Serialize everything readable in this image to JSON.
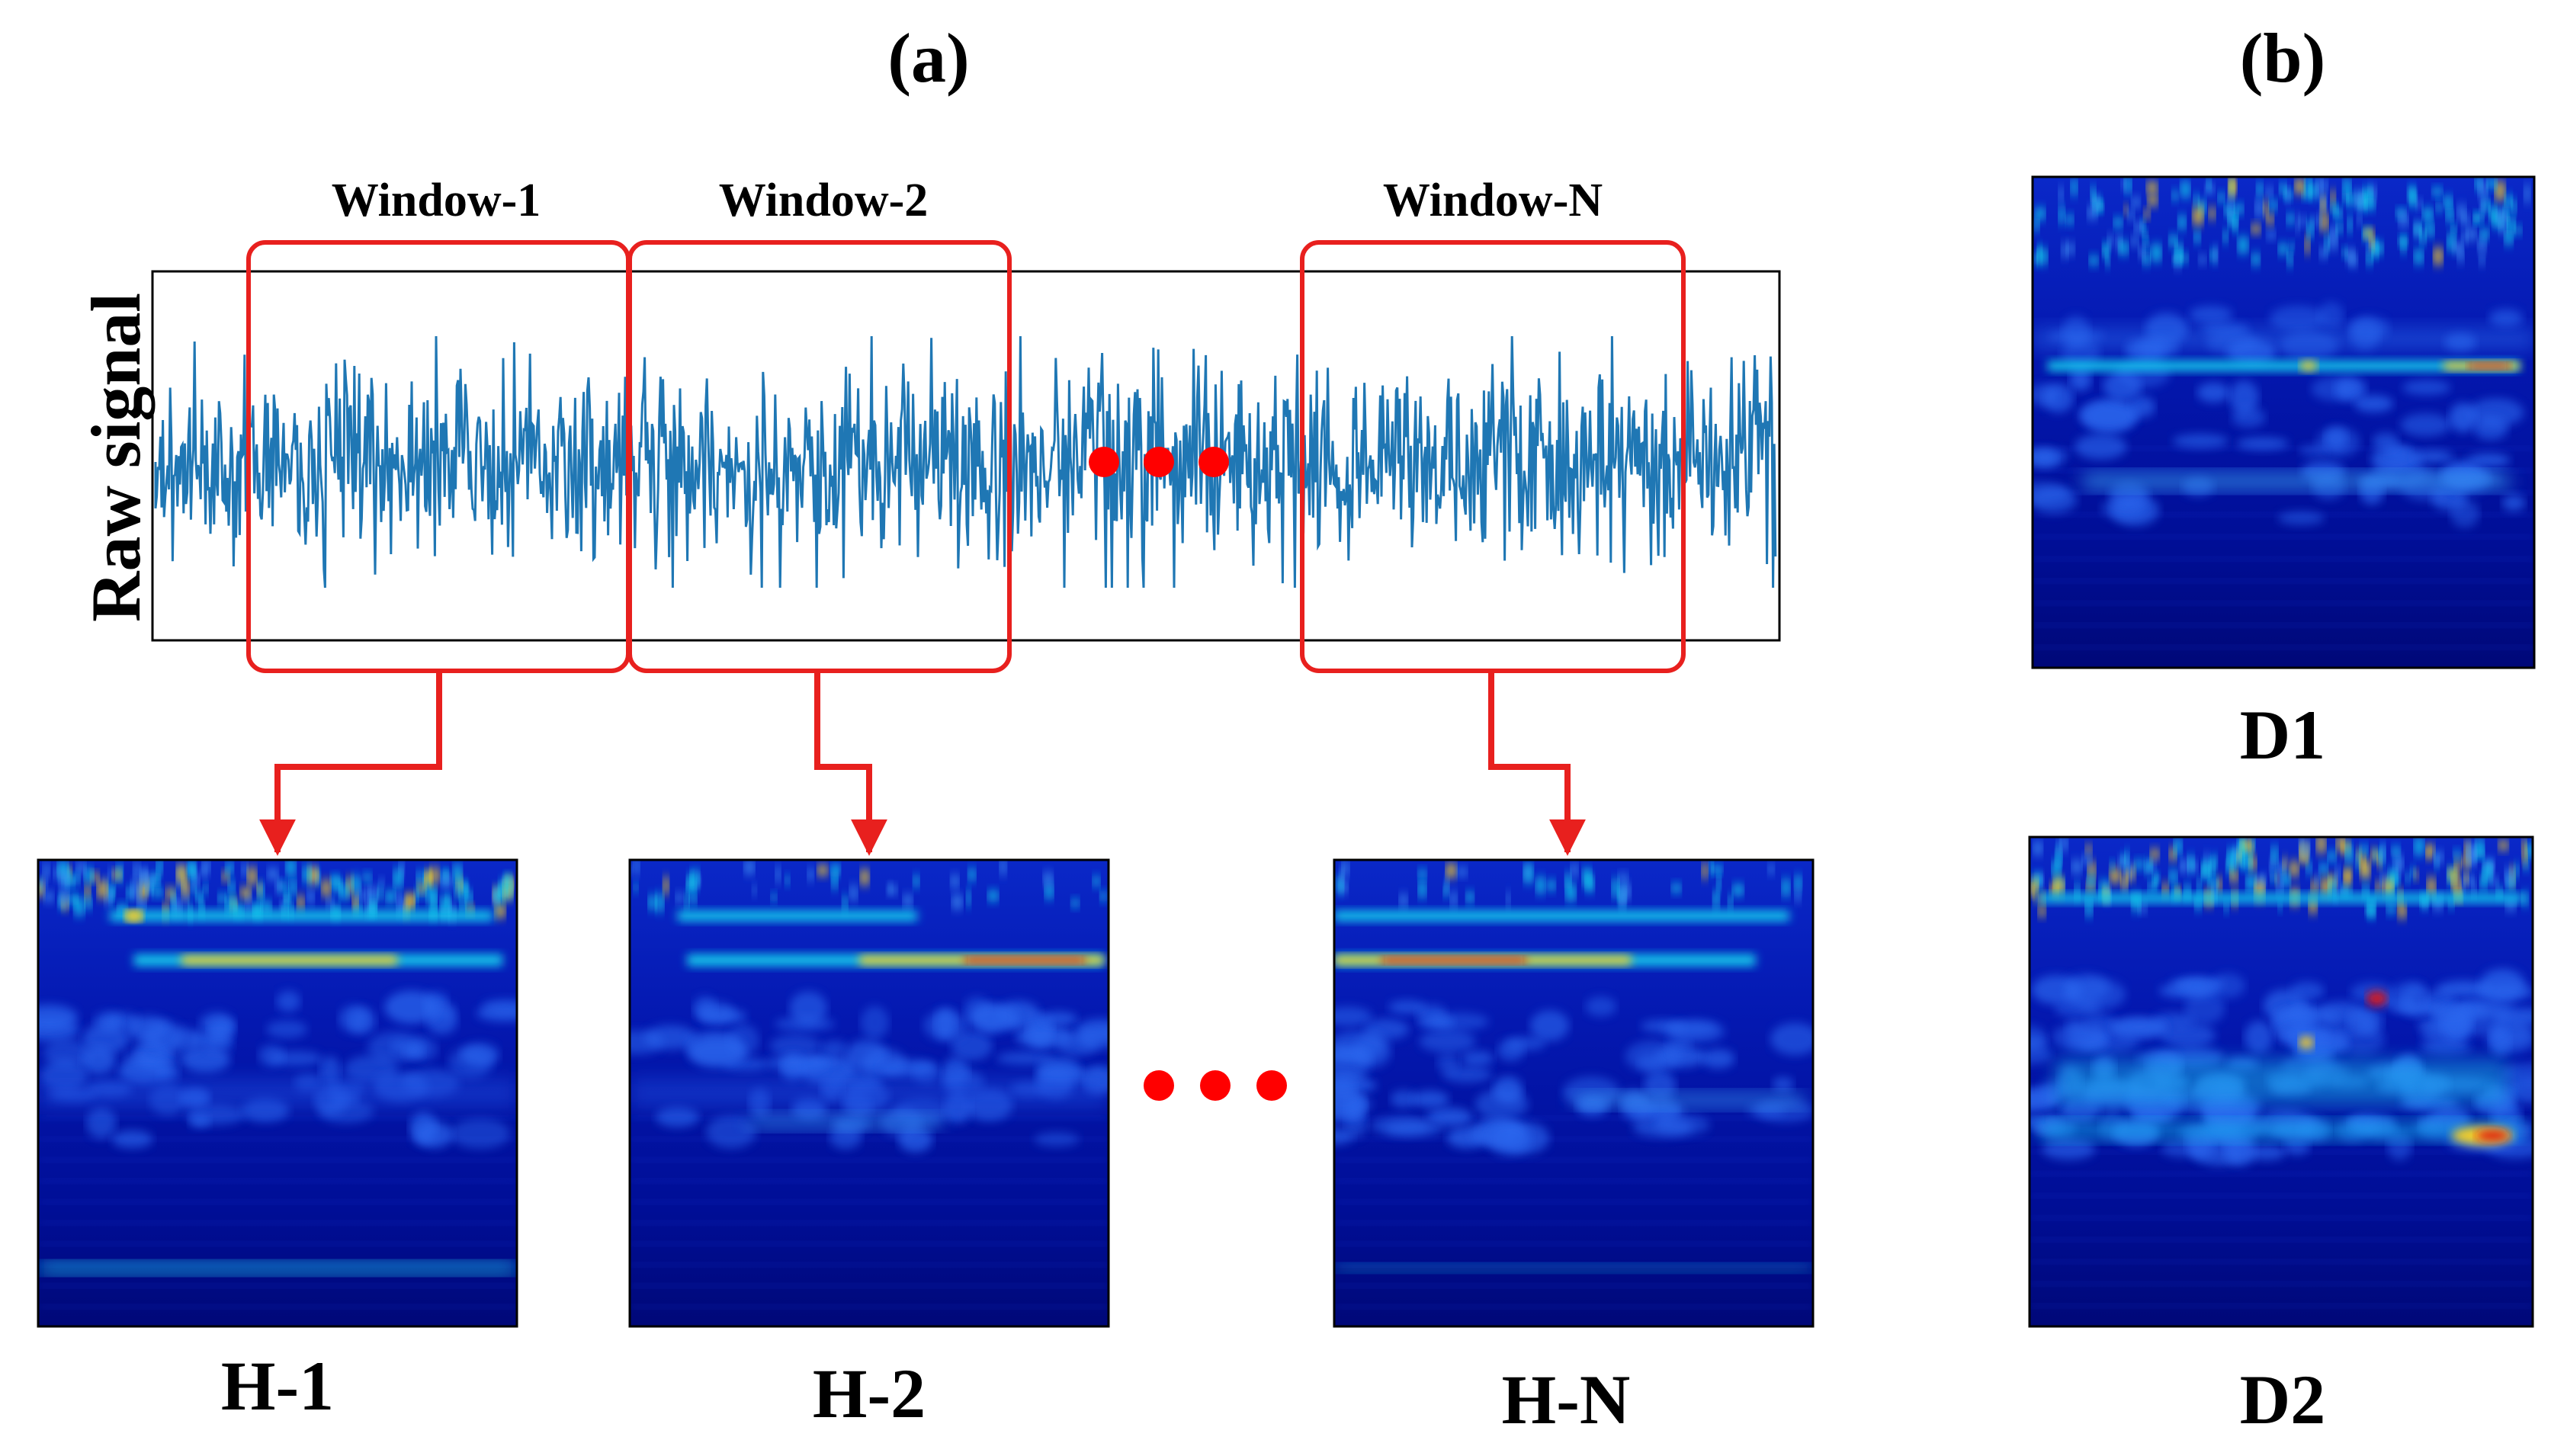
{
  "panel_a": {
    "title": "(a)",
    "signal_label": "Raw signal",
    "windows": [
      {
        "label": "Window-1"
      },
      {
        "label": "Window-2"
      },
      {
        "label": "Window-N"
      }
    ],
    "outputs": [
      {
        "label": "H-1"
      },
      {
        "label": "H-2"
      },
      {
        "label": "H-N"
      }
    ]
  },
  "panel_b": {
    "title": "(b)",
    "outputs": [
      {
        "label": "D1"
      },
      {
        "label": "D2"
      }
    ]
  },
  "colors": {
    "signal": "#1f77b4",
    "window": "#e8201e",
    "dots": "#ff0000",
    "map_bg": "#000a8c",
    "map_low": "#0a2ad2",
    "map_mid": "#19d2ee",
    "map_high": "#ffd21c",
    "map_peak": "#dc1414"
  }
}
